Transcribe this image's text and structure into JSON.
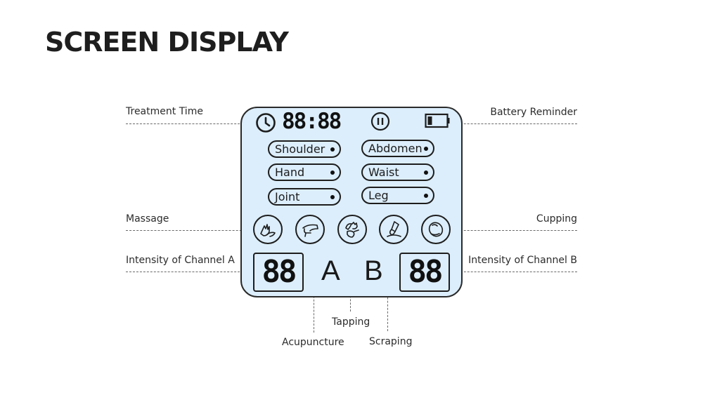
{
  "title": "SCREEN DISPLAY",
  "labels": {
    "treatment_time": "Treatment Time",
    "battery_reminder": "Battery Reminder",
    "massage": "Massage",
    "cupping": "Cupping",
    "intensity_a": "Intensity of Channel A",
    "intensity_b": "Intensity of Channel B",
    "acupuncture": "Acupuncture",
    "tapping": "Tapping",
    "scraping": "Scraping"
  },
  "display": {
    "timer": "88:88",
    "body_parts_left": [
      "Shoulder",
      "Hand",
      "Joint"
    ],
    "body_parts_right": [
      "Abdomen",
      "Waist",
      "Leg"
    ],
    "channel_a_value": "88",
    "channel_b_value": "88",
    "channel_a_letter": "A",
    "channel_b_letter": "B"
  },
  "icons": {
    "clock": "clock-icon",
    "pause": "pause-icon",
    "battery": "battery-icon",
    "modes": [
      "massage-icon",
      "acupuncture-icon",
      "tapping-icon",
      "scraping-icon",
      "cupping-icon"
    ]
  },
  "colors": {
    "screen_bg": "#dceefb",
    "outline": "#1d1d1d"
  }
}
